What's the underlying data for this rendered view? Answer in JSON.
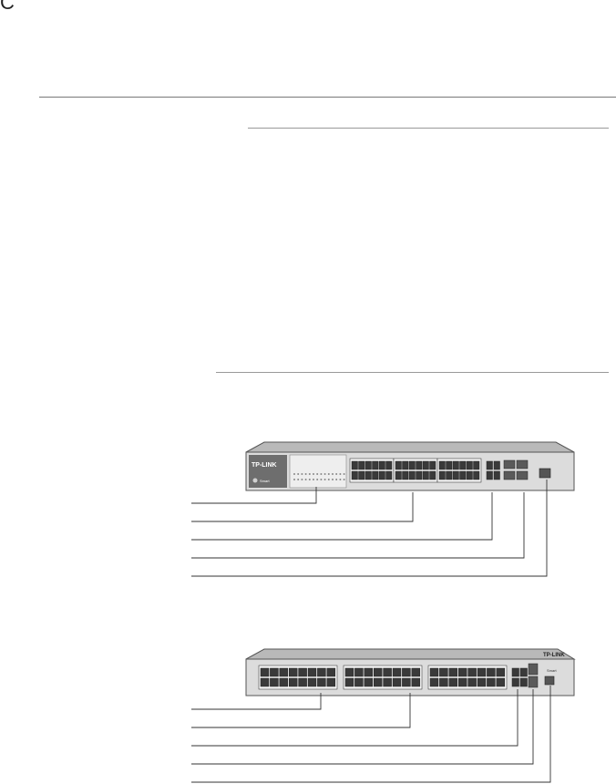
{
  "page": {
    "corner_glyph": "C"
  },
  "figure_top": {
    "brand": "TP-LINK",
    "badge": "Smart"
  },
  "figure_bottom": {
    "brand": "TP-LINK",
    "badge": "Smart"
  }
}
